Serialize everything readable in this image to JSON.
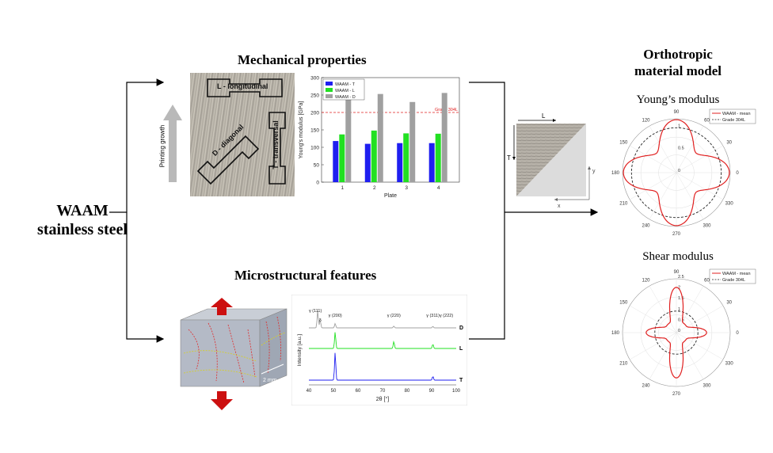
{
  "main_title": [
    "WAAM",
    "stainless steel"
  ],
  "mech_title": "Mechanical properties",
  "micro_title": "Microstructural features",
  "model_title": [
    "Orthotropic",
    "material model"
  ],
  "young_title": "Young’s modulus",
  "shear_title": "Shear modulus",
  "photo": {
    "growth_label": "Printing growth",
    "L": "L - longitudinal",
    "D": "D - diagonal",
    "T": "T - transversal"
  },
  "micro_img": {
    "scale": "2 mm"
  },
  "axes_labels": {
    "L": "L",
    "T": "T",
    "x": "x",
    "y": "y"
  },
  "colors": {
    "blue": "#1f1ff0",
    "green": "#22e022",
    "gray": "#a0a0a0",
    "red": "#e02020"
  },
  "chart_data": [
    {
      "type": "bar",
      "categories": [
        "1",
        "2",
        "3",
        "4"
      ],
      "series": [
        {
          "name": "WAAM - T",
          "values": [
            118,
            110,
            112,
            112
          ]
        },
        {
          "name": "WAAM - L",
          "values": [
            137,
            148,
            140,
            139
          ]
        },
        {
          "name": "WAAM - D",
          "values": [
            244,
            253,
            230,
            256
          ]
        }
      ],
      "reference_line": {
        "value": 200,
        "label": "Grade 304L"
      },
      "xlabel": "Plate",
      "ylabel": "Young's modulus [GPa]",
      "ylim": [
        0,
        300
      ],
      "yticks": [
        "0",
        "50",
        "100",
        "150",
        "200",
        "250",
        "300"
      ],
      "legend": "top-left"
    },
    {
      "type": "line",
      "x": [
        40,
        50,
        60,
        70,
        80,
        90,
        100
      ],
      "xticks": [
        "40",
        "50",
        "60",
        "70",
        "80",
        "90",
        "100"
      ],
      "xlabel": "2θ [°]",
      "ylabel": "Intensity [a.u.]",
      "series": [
        {
          "name": "D",
          "peaks": [
            {
              "x": 43.6,
              "h": 1.0
            },
            {
              "x": 44.6,
              "h": 0.45
            },
            {
              "x": 50.7,
              "h": 0.25
            },
            {
              "x": 74.6,
              "h": 0.1
            },
            {
              "x": 90.5,
              "h": 0.08
            }
          ]
        },
        {
          "name": "L",
          "peaks": [
            {
              "x": 50.7,
              "h": 0.95
            },
            {
              "x": 74.6,
              "h": 0.4
            },
            {
              "x": 90.5,
              "h": 0.25
            }
          ]
        },
        {
          "name": "T",
          "peaks": [
            {
              "x": 50.7,
              "h": 1.6
            },
            {
              "x": 90.5,
              "h": 0.22
            }
          ]
        }
      ],
      "annotations": [
        "γ (111)",
        "δ",
        "γ (200)",
        "γ (220)",
        "γ (311)",
        "γ (222)"
      ]
    },
    {
      "type": "polar",
      "name": "young",
      "angle_labels": [
        "90",
        "60",
        "30",
        "0",
        "330",
        "300",
        "270",
        "240",
        "210",
        "180",
        "150",
        "120"
      ],
      "radial_ticks": [
        "0",
        "0.5",
        "1"
      ],
      "rmax": 1.2,
      "legend": [
        "WAAM - mean",
        "Grade 304L"
      ],
      "reference_radius": 1.0,
      "mean_formula": "0.9 + 0.28*cos(4t)"
    },
    {
      "type": "polar",
      "name": "shear",
      "angle_labels": [
        "90",
        "60",
        "30",
        "0",
        "330",
        "300",
        "270",
        "240",
        "210",
        "180",
        "150",
        "120"
      ],
      "radial_ticks": [
        "0",
        "0.5",
        "1",
        "1.5",
        "2",
        "2.5"
      ],
      "rmax": 2.5,
      "legend": [
        "WAAM - mean",
        "Grade 304L"
      ],
      "reference_radius": 1.0,
      "mean_formula": "arms"
    }
  ]
}
